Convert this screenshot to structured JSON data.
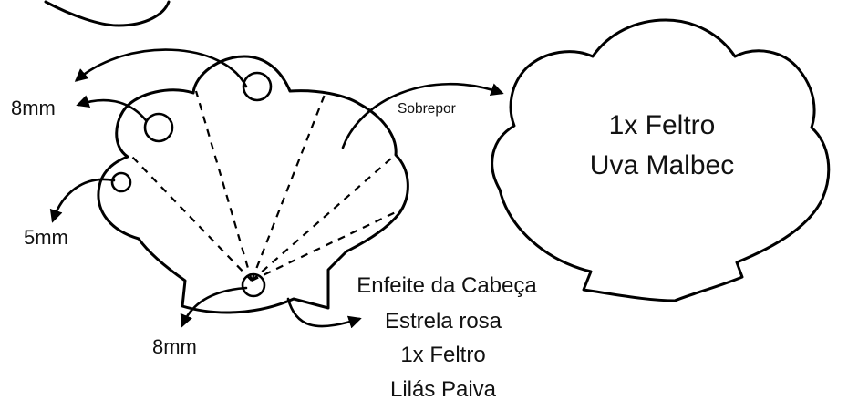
{
  "pieces": [
    {
      "lines": [
        "Enfeite da Cabeça",
        "Estrela rosa",
        "1x Feltro",
        "Lilás Paiva"
      ]
    },
    {
      "lines": [
        "1x Feltro",
        "Uva Malbec"
      ]
    }
  ],
  "holes": [
    "8mm",
    "8mm",
    "5mm",
    "8mm"
  ],
  "overlay_label": "Sobrepor",
  "colors": {
    "stroke": "#000000",
    "background": "#ffffff"
  }
}
